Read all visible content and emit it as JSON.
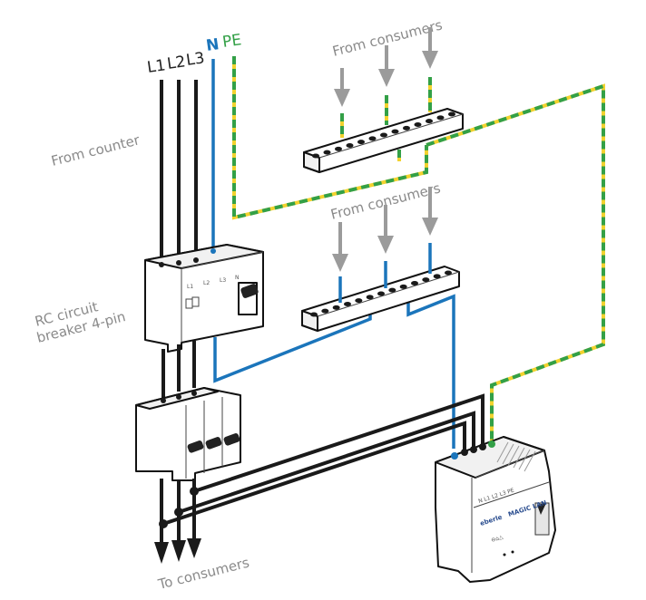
{
  "diagram": {
    "type": "wiring-diagram",
    "labels": {
      "from_counter": "From counter",
      "rc_breaker_line1": "RC circuit",
      "rc_breaker_line2": "breaker 4-pin",
      "from_consumers_top": "From consumers",
      "from_consumers_middle": "From consumers",
      "to_consumers": "To consumers"
    },
    "conductors": [
      {
        "id": "L1",
        "label": "L1",
        "color": "#1a1a1a"
      },
      {
        "id": "L2",
        "label": "L2",
        "color": "#1a1a1a"
      },
      {
        "id": "L3",
        "label": "L3",
        "color": "#1a1a1a"
      },
      {
        "id": "N",
        "label": "N",
        "color": "#1b75bb"
      },
      {
        "id": "PE",
        "label": "PE",
        "color": "#33a047",
        "stripe_color": "#f2d22e"
      }
    ],
    "rcd_terminal_labels": [
      "L1",
      "L2",
      "L3",
      "N"
    ],
    "device": {
      "terminal_labels": "N L1 L2 L3 PE",
      "brand": "eberle",
      "model": "MAGIC LAN"
    }
  }
}
